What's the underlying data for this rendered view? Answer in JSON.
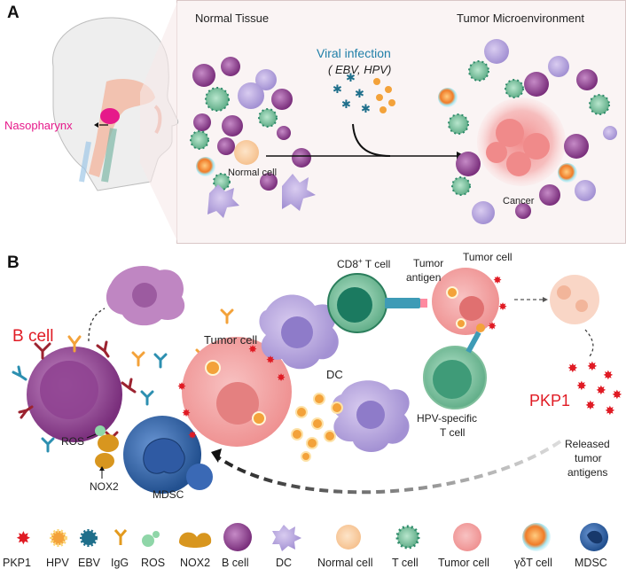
{
  "panelA": {
    "letter": "A",
    "normal_tissue": "Normal Tissue",
    "tumor_microenvironment": "Tumor Microenvironment",
    "viral_infection": "Viral infection",
    "viruses": "( EBV, HPV)",
    "nasopharynx": "Nasopharynx",
    "normal_cell": "Normal cell",
    "cancer": "Cancer"
  },
  "panelB": {
    "letter": "B",
    "b_cell": "B cell",
    "tumor_cell_left": "Tumor cell",
    "cd8_t_cell": "CD8",
    "cd8_sup": "+",
    "cd8_suffix": " T cell",
    "tumor_antigen_1": "Tumor",
    "tumor_antigen_2": "antigen",
    "tumor_cell_right": "Tumor cell",
    "dc": "DC",
    "hpv_t_cell_1": "HPV-specific",
    "hpv_t_cell_2": "T cell",
    "pkp1": "PKP1",
    "released_1": "Released",
    "released_2": "tumor",
    "released_3": "antigens",
    "ros": "ROS",
    "nox2": "NOX2",
    "mdsc": "MDSC"
  },
  "legend": [
    {
      "label": "PKP1",
      "icon": "pkp1-star-icon"
    },
    {
      "label": "HPV",
      "icon": "hpv-virus-icon"
    },
    {
      "label": "EBV",
      "icon": "ebv-virus-icon"
    },
    {
      "label": "IgG",
      "icon": "igg-antibody-icon"
    },
    {
      "label": "ROS",
      "icon": "ros-icon"
    },
    {
      "label": "NOX2",
      "icon": "nox2-icon"
    },
    {
      "label": "B cell",
      "icon": "b-cell-icon"
    },
    {
      "label": "DC",
      "icon": "dendritic-cell-icon"
    },
    {
      "label": "Normal cell",
      "icon": "normal-cell-icon"
    },
    {
      "label": "T cell",
      "icon": "t-cell-icon"
    },
    {
      "label": "Tumor cell",
      "icon": "tumor-cell-icon"
    },
    {
      "label": "γδT cell",
      "icon": "gamma-delta-t-cell-icon"
    },
    {
      "label": "MDSC",
      "icon": "mdsc-icon"
    }
  ],
  "colors": {
    "b_cell": "#8e3e8f",
    "dc": "#b9a8de",
    "t_cell": "#4fa57f",
    "tumor": "#f2a0a0",
    "pkp1": "#e01b24",
    "nasopharynx": "#e6198a",
    "viral_text": "#1f7fa8",
    "mdsc": "#2d5ea8",
    "hpv": "#f3a23a",
    "ebv": "#1f6f8b"
  }
}
